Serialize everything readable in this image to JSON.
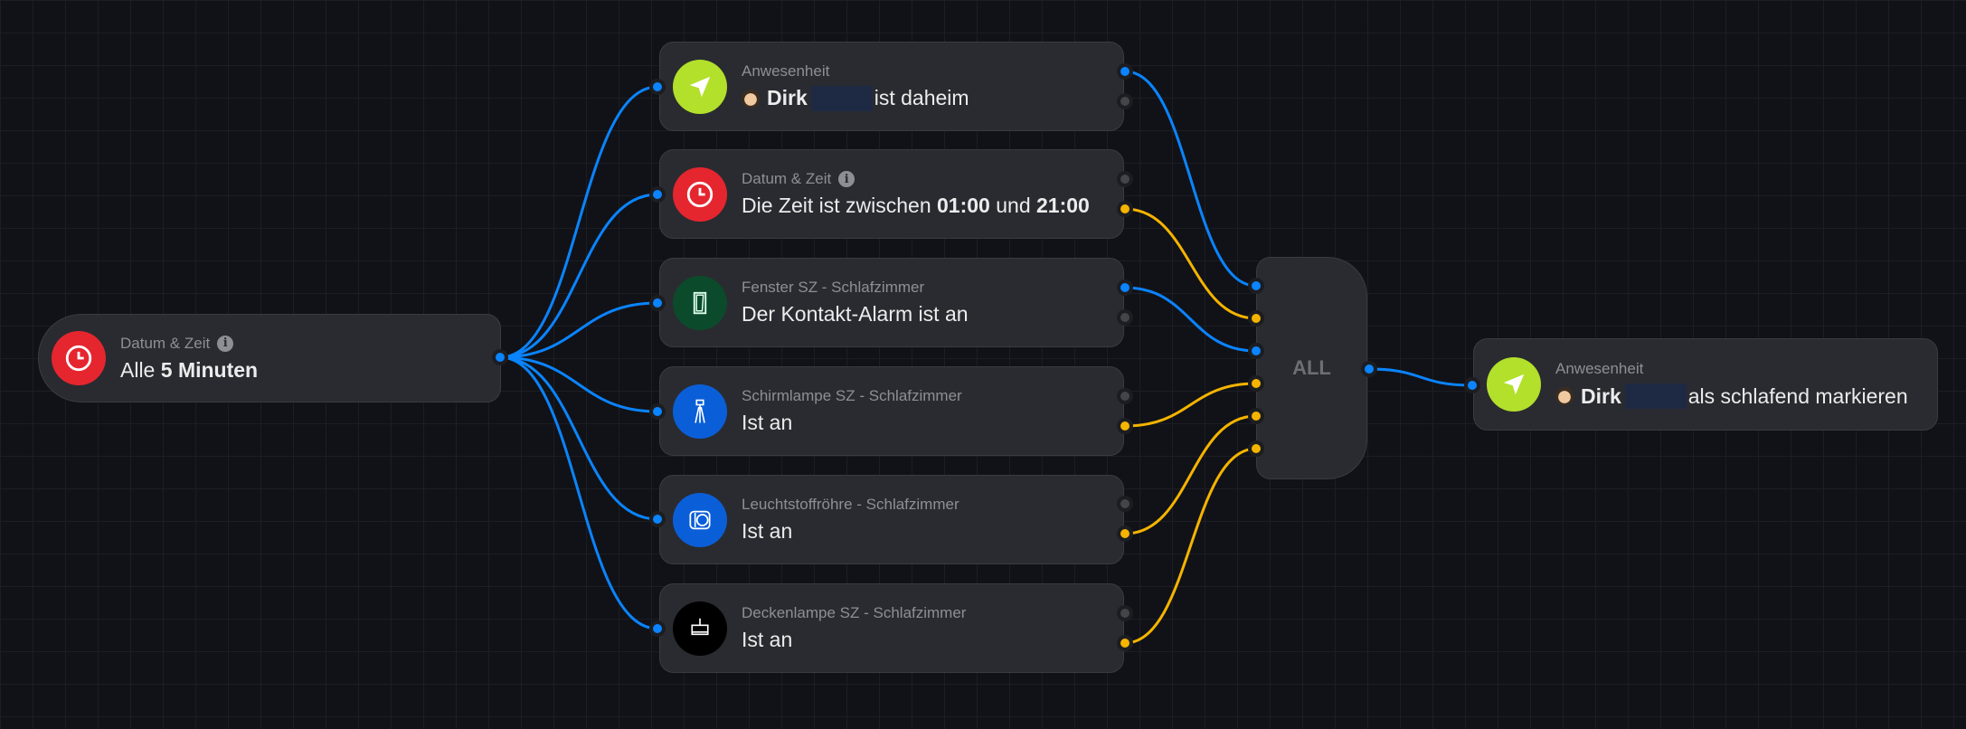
{
  "colors": {
    "blue": "#0a84ff",
    "yellow": "#f5b400",
    "background": "#111217"
  },
  "trigger": {
    "title": "Datum & Zeit",
    "text_prefix": "Alle",
    "value": "5",
    "unit": "Minuten",
    "icon": "clock-icon",
    "color": "#e5262f"
  },
  "conditions": [
    {
      "title": "Anwesenheit",
      "person": "Dirk",
      "text": "ist daheim",
      "icon": "location-arrow-icon",
      "color": "#b2e02b"
    },
    {
      "title": "Datum & Zeit",
      "text": "Die Zeit ist zwischen",
      "from": "01:00",
      "and": "und",
      "to": "21:00",
      "icon": "clock-icon",
      "color": "#e5262f"
    },
    {
      "title": "Fenster SZ - Schlafzimmer",
      "text": "Der Kontakt-Alarm ist an",
      "icon": "window-icon",
      "color": "#0b4a2a"
    },
    {
      "title": "Schirmlampe SZ - Schlafzimmer",
      "text": "Ist an",
      "icon": "floor-lamp-icon",
      "color": "#0a5fd8"
    },
    {
      "title": "Leuchtstoffröhre - Schlafzimmer",
      "text": "Ist an",
      "icon": "socket-icon",
      "color": "#0a5fd8"
    },
    {
      "title": "Deckenlampe SZ - Schlafzimmer",
      "text": "Ist an",
      "icon": "ceiling-lamp-icon",
      "color": "#000000"
    }
  ],
  "logic": {
    "label": "ALL"
  },
  "action": {
    "title": "Anwesenheit",
    "person": "Dirk",
    "text": "als schlafend markieren",
    "icon": "location-arrow-icon",
    "color": "#b2e02b"
  }
}
